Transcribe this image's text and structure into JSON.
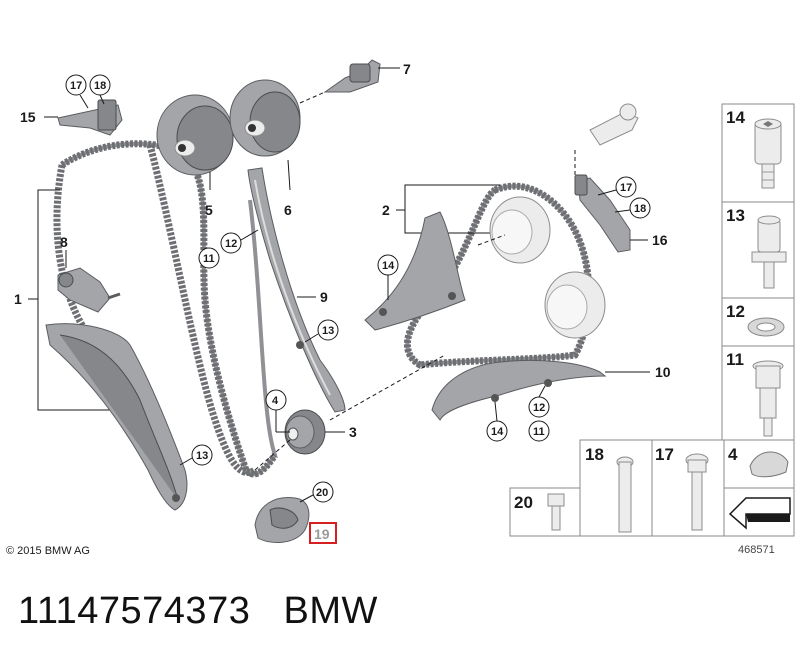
{
  "title": {
    "part_number": "11147574373",
    "brand": "BMW"
  },
  "copyright": "© 2015 BMW AG",
  "reference_id": "468571",
  "callouts": {
    "c1": "1",
    "c2": "2",
    "c3": "3",
    "c4": "4",
    "c5": "5",
    "c6": "6",
    "c7": "7",
    "c8": "8",
    "c9": "9",
    "c10": "10",
    "c11a": "11",
    "c11b": "11",
    "c12a": "12",
    "c12b": "12",
    "c13a": "13",
    "c13b": "13",
    "c14a": "14",
    "c14b": "14",
    "c15": "15",
    "c16": "16",
    "c17a": "17",
    "c17b": "17",
    "c18a": "18",
    "c18b": "18",
    "c19": "19",
    "c20": "20"
  },
  "side_panels": {
    "p14": "14",
    "p13": "13",
    "p12": "12",
    "p11": "11",
    "p18": "18",
    "p17": "17",
    "p4": "4",
    "p20": "20"
  },
  "colors": {
    "highlight": "#d62020",
    "part_fill": "#a3a5a8"
  }
}
